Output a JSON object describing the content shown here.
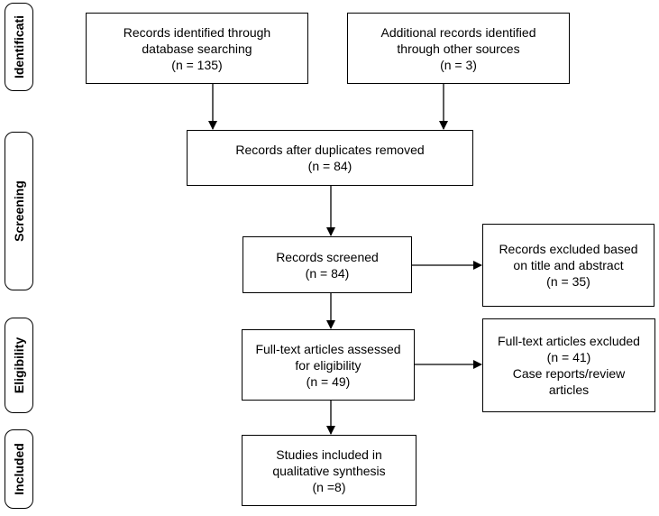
{
  "phases": {
    "identification": "Identificati",
    "screening": "Screening",
    "eligibility": "Eligibility",
    "included": "Included"
  },
  "boxes": {
    "database": {
      "line1": "Records identified through",
      "line2": "database searching",
      "line3": "(n = 135)"
    },
    "other": {
      "line1": "Additional records identified",
      "line2": "through other sources",
      "line3": "(n = 3)"
    },
    "duplicates": {
      "line1": "Records after duplicates removed",
      "line2": "(n = 84)"
    },
    "screened": {
      "line1": "Records screened",
      "line2": "(n = 84)"
    },
    "excluded_title": {
      "line1": "Records excluded based",
      "line2": "on title and abstract",
      "line3": "(n = 35)"
    },
    "fulltext": {
      "line1": "Full-text articles assessed",
      "line2": "for eligibility",
      "line3": "(n = 49)"
    },
    "fulltext_excluded": {
      "line1": "Full-text articles excluded",
      "line2": "(n = 41)",
      "line3": "Case reports/review",
      "line4": "articles"
    },
    "included": {
      "line1": "Studies included in",
      "line2": "qualitative synthesis",
      "line3": "(n =8)"
    }
  }
}
